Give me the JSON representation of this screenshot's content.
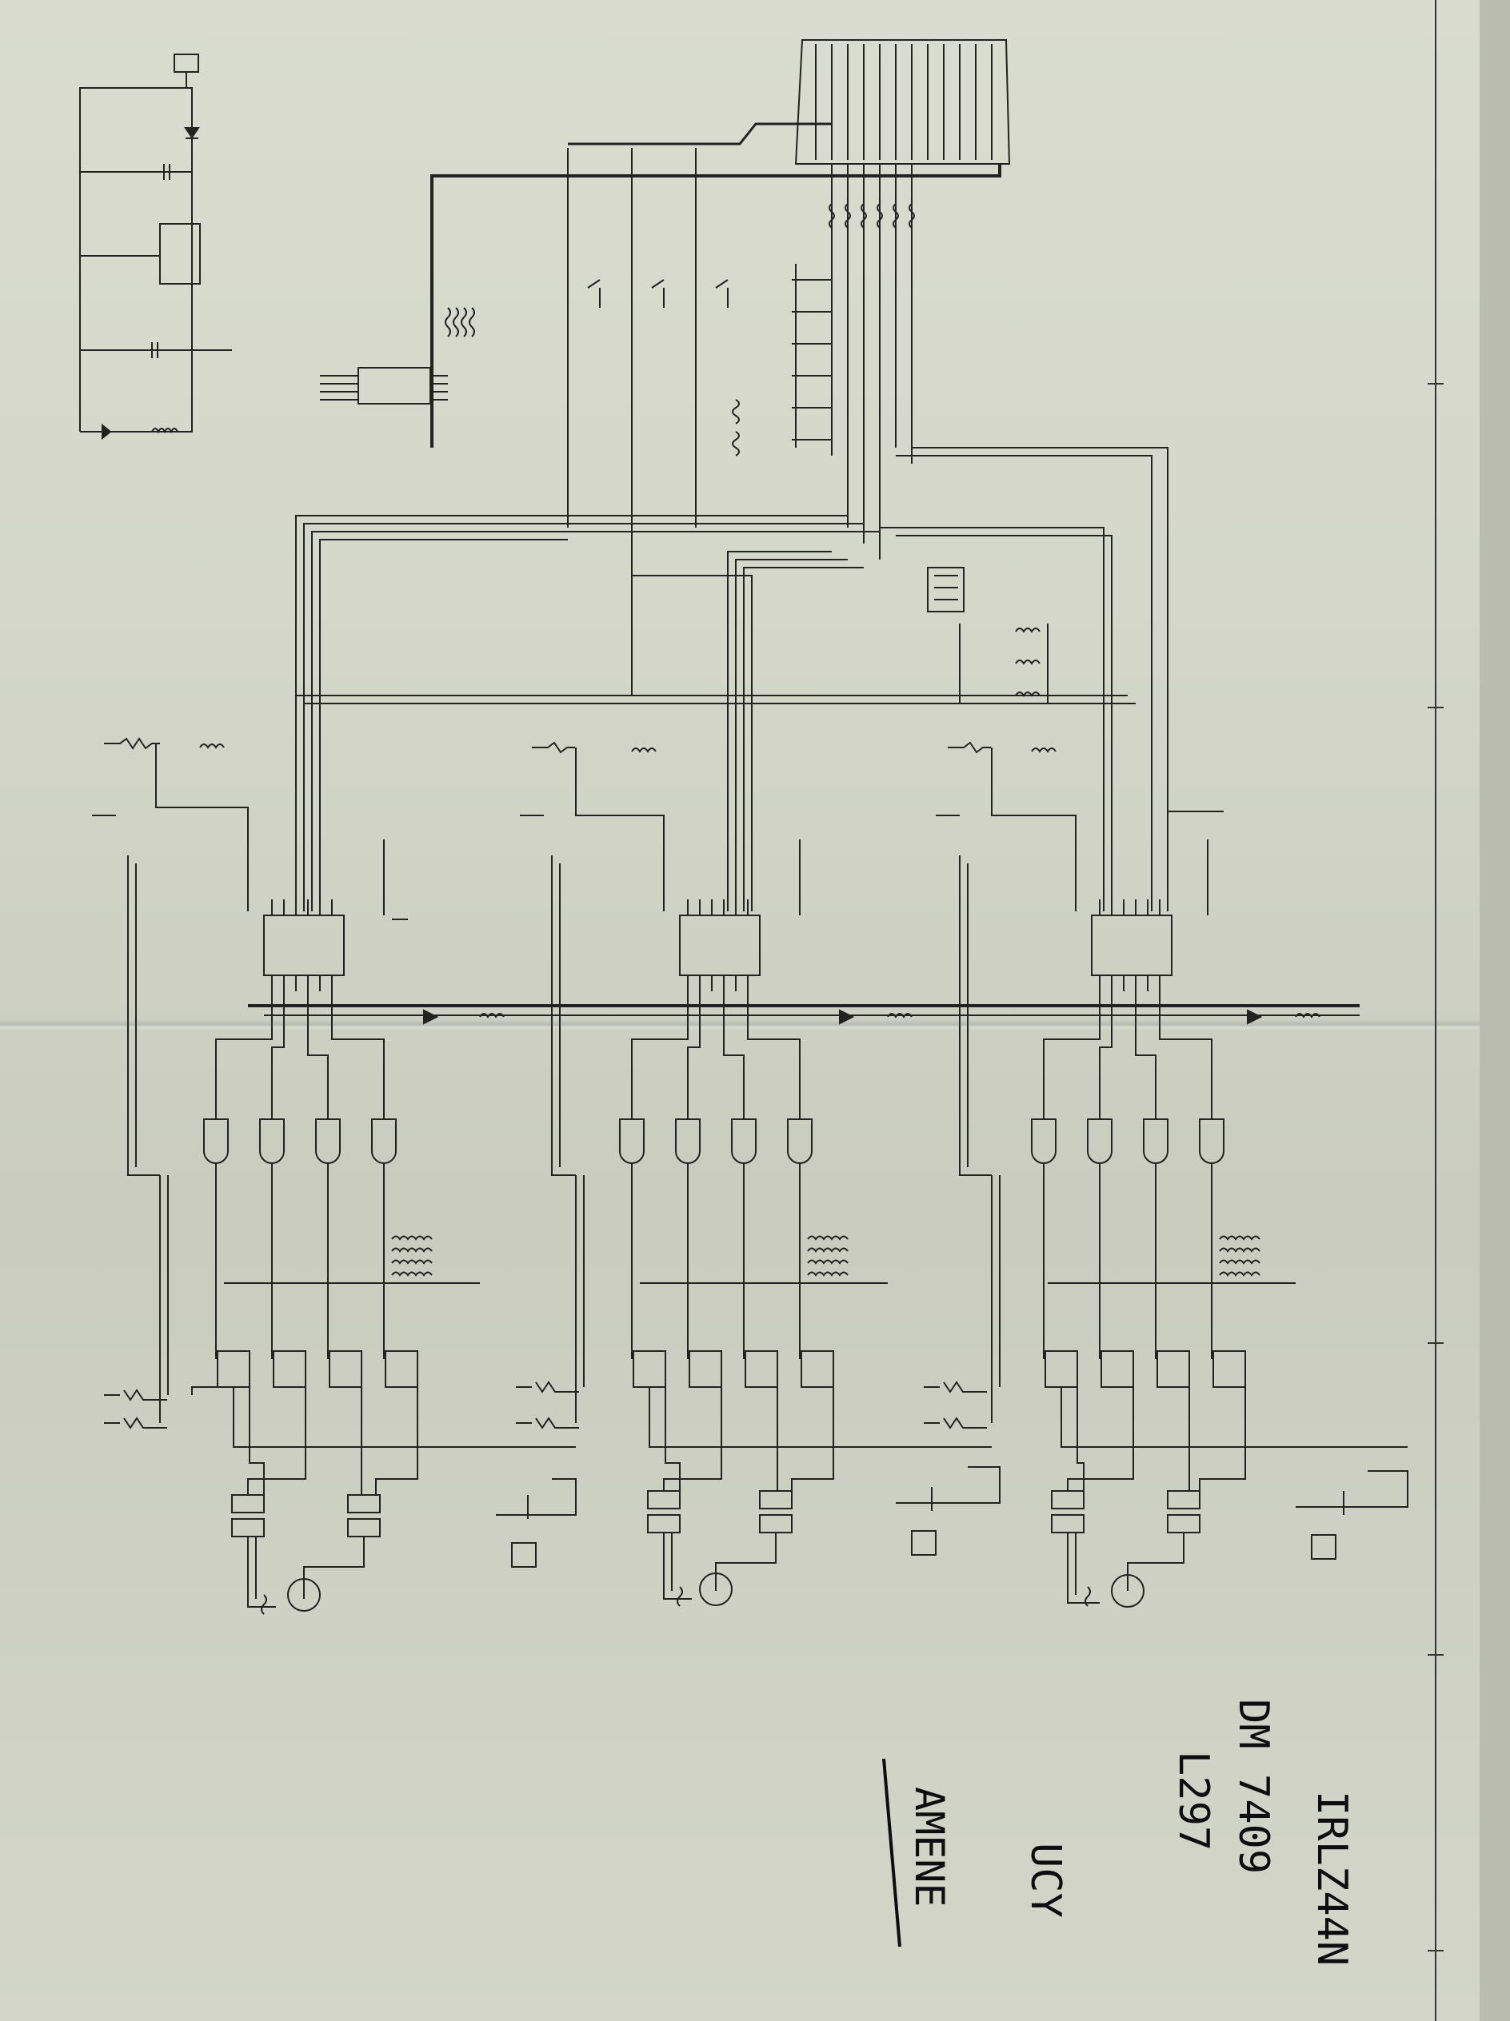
{
  "handwritten_notes": [
    "IRLZ44N",
    "DM 7409",
    "L297",
    "UCY",
    "AMENE"
  ],
  "palette": {
    "paper": "#d4d7ca",
    "ink": "#1a1a1a",
    "pen": "#0d0d12"
  }
}
